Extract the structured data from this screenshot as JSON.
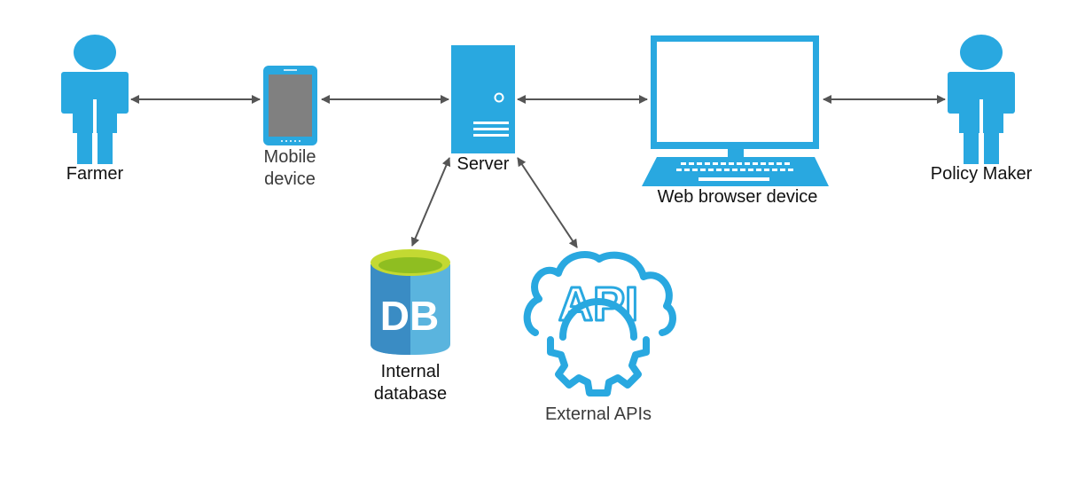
{
  "colors": {
    "primary": "#29a8e0",
    "screen_gray": "#808080",
    "connector": "#555555",
    "label_dark": "#111111",
    "label_gray": "#3a3a3a",
    "db_dark": "#3a8cc4",
    "db_light": "#5ab4de",
    "db_top": "#c3d932",
    "db_top_inner": "#8fbe21"
  },
  "nodes": {
    "farmer": {
      "label": "Farmer",
      "icon": "person-icon"
    },
    "mobile": {
      "label": "Mobile\ndevice",
      "icon": "tablet-icon"
    },
    "server": {
      "label": "Server",
      "icon": "server-tower-icon"
    },
    "web": {
      "label": "Web browser device",
      "icon": "laptop-icon"
    },
    "policy": {
      "label": "Policy Maker",
      "icon": "person-icon"
    },
    "database": {
      "label": "Internal\ndatabase",
      "icon": "database-icon",
      "icon_text": "DB"
    },
    "apis": {
      "label": "External APIs",
      "icon": "api-cloud-gear-icon",
      "icon_text": "API"
    }
  },
  "connections": [
    {
      "from": "farmer",
      "to": "mobile",
      "bidirectional": true
    },
    {
      "from": "mobile",
      "to": "server",
      "bidirectional": true
    },
    {
      "from": "server",
      "to": "web",
      "bidirectional": true
    },
    {
      "from": "web",
      "to": "policy",
      "bidirectional": true
    },
    {
      "from": "server",
      "to": "database",
      "bidirectional": true
    },
    {
      "from": "server",
      "to": "apis",
      "bidirectional": true
    }
  ]
}
